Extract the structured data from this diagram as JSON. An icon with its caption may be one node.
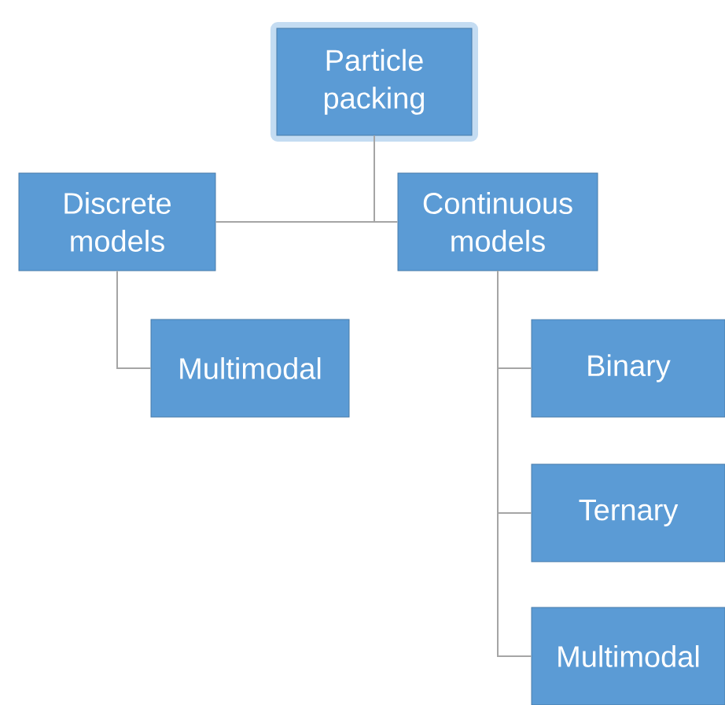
{
  "diagram": {
    "nodes": [
      {
        "text": [
          "Particle packing"
        ]
      },
      {
        "text": [
          "Discrete models"
        ]
      },
      {
        "text": [
          "Continuous models"
        ]
      },
      {
        "text": [
          "Multimodal"
        ]
      },
      {
        "text": [
          "Binary"
        ]
      },
      {
        "text": [
          "Ternary"
        ]
      },
      {
        "text": [
          "Multimodal"
        ]
      }
    ],
    "edges": [
      {
        "from": 0,
        "to": 1,
        "arrow": "none"
      },
      {
        "from": 0,
        "to": 2,
        "arrow": "none"
      },
      {
        "from": 1,
        "to": 3,
        "arrow": "none"
      },
      {
        "from": 2,
        "to": 4,
        "arrow": "none"
      },
      {
        "from": 2,
        "to": 5,
        "arrow": "none"
      },
      {
        "from": 2,
        "to": 6,
        "arrow": "none"
      }
    ]
  }
}
